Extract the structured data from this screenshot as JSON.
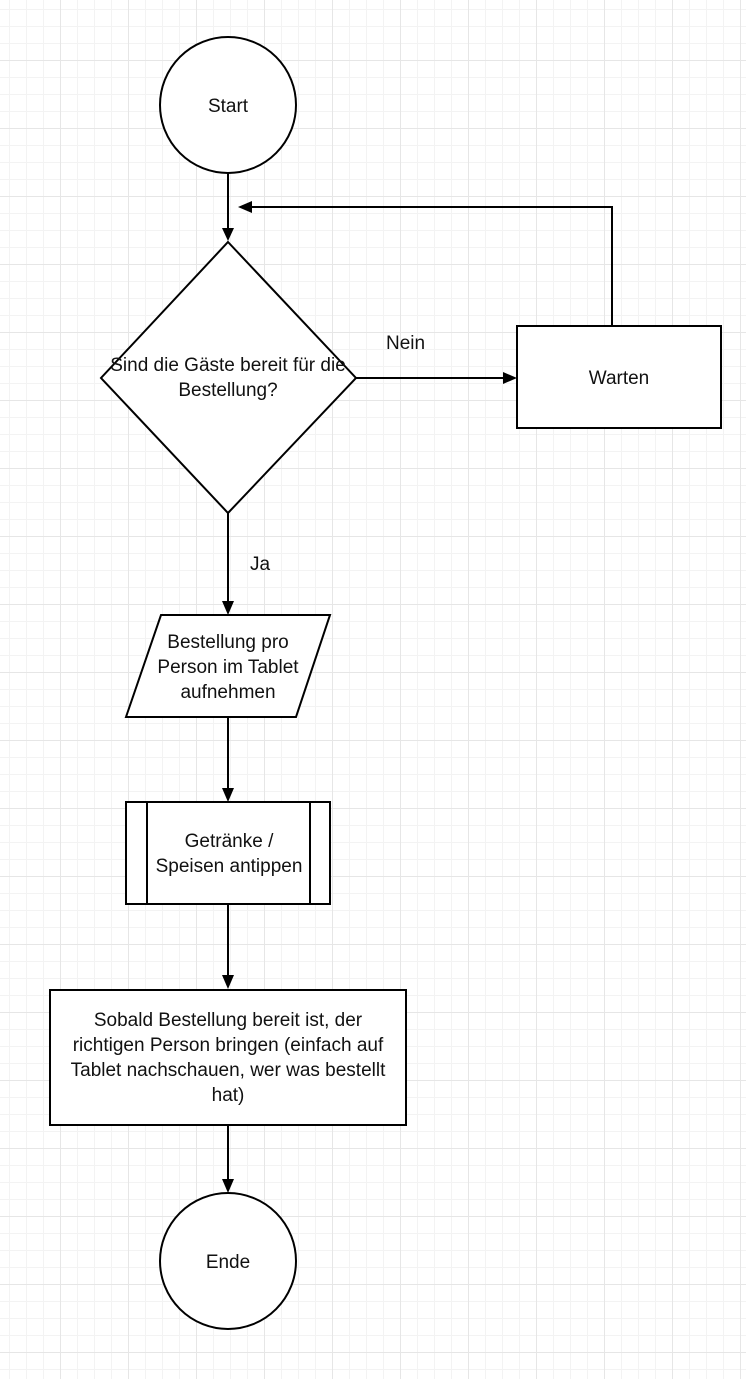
{
  "diagram": {
    "nodes": {
      "start": {
        "label": "Start",
        "shape": "circle"
      },
      "decision": {
        "label": "Sind die Gäste bereit für die Bestellung?",
        "shape": "diamond"
      },
      "wait": {
        "label": "Warten",
        "shape": "rectangle"
      },
      "order": {
        "label": "Bestellung pro Person im Tablet aufnehmen",
        "shape": "parallelogram"
      },
      "tap": {
        "label": "Getränke / Speisen antippen",
        "shape": "predefined-process"
      },
      "deliver": {
        "label": "Sobald Bestellung bereit ist, der richtigen Person bringen (einfach auf Tablet nachschauen, wer was bestellt hat)",
        "shape": "rectangle"
      },
      "end": {
        "label": "Ende",
        "shape": "circle"
      }
    },
    "edges": {
      "no": {
        "from": "decision",
        "to": "wait",
        "label": "Nein"
      },
      "yes": {
        "from": "decision",
        "to": "order",
        "label": "Ja"
      },
      "loop": {
        "from": "wait",
        "to": "decision",
        "label": ""
      },
      "start_to_decision": {
        "from": "start",
        "to": "decision",
        "label": ""
      },
      "order_to_tap": {
        "from": "order",
        "to": "tap",
        "label": ""
      },
      "tap_to_deliver": {
        "from": "tap",
        "to": "deliver",
        "label": ""
      },
      "deliver_to_end": {
        "from": "deliver",
        "to": "end",
        "label": ""
      }
    }
  }
}
